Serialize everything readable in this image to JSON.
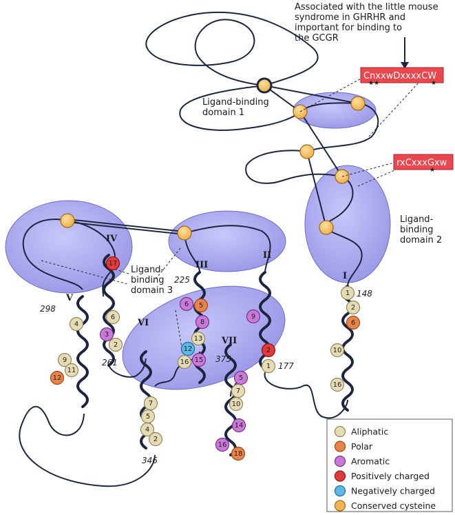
{
  "annotations": {
    "top_note": [
      "Associated with the little mouse",
      "syndrome in GHRHR and",
      "important for binding to",
      "the GCGR"
    ],
    "motif1": "CnxxwDxxxxCW",
    "motif2": "rxCxxxGxw",
    "lbd1": [
      "Ligand-binding",
      "domain 1"
    ],
    "lbd2": [
      "Ligand-",
      "binding",
      "domain 2"
    ],
    "lbd3": [
      "Ligand-",
      "binding",
      "domain 3"
    ]
  },
  "helices": {
    "I": "I",
    "II": "II",
    "III": "III",
    "IV": "IV",
    "V": "V",
    "VI": "VI",
    "VII": "VII"
  },
  "positions": {
    "p148": "148",
    "p177": "177",
    "p225": "225",
    "p261": "261",
    "p298": "298",
    "p346": "346",
    "p375": "375"
  },
  "residues": {
    "h1": [
      "1",
      "2",
      "6",
      "10",
      "16"
    ],
    "h2": [
      "9",
      "2",
      "1"
    ],
    "h3": [
      "6",
      "5",
      "8",
      "13",
      "12",
      "16",
      "15"
    ],
    "h4": [
      "17",
      "6",
      "3",
      "2"
    ],
    "h5": [
      "4",
      "9",
      "11",
      "12"
    ],
    "h6": [
      "7",
      "5",
      "4",
      "2"
    ],
    "h7": [
      "5",
      "7",
      "10",
      "14",
      "16",
      "18"
    ]
  },
  "legend": {
    "items": [
      {
        "label": "Aliphatic",
        "color": "#e6dcb4"
      },
      {
        "label": "Polar",
        "color": "#e8844a"
      },
      {
        "label": "Aromatic",
        "color": "#c97ad8"
      },
      {
        "label": "Positively charged",
        "color": "#e03a3a"
      },
      {
        "label": "Negatively charged",
        "color": "#5db8e8"
      },
      {
        "label": "Conserved cysteine",
        "color": "#f2b552"
      }
    ]
  },
  "colors": {
    "domain_fill": "#a9a8ef",
    "domain_stroke": "#6e6cc2",
    "motif_box": "#e8474d",
    "backbone": "#1c2540"
  }
}
